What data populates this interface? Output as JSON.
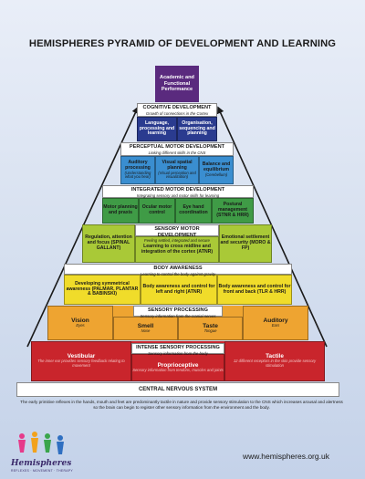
{
  "title": "HEMISPHERES PYRAMID OF DEVELOPMENT AND LEARNING",
  "apex": "Academic and Functional Performance",
  "cognitive": {
    "title": "COGNITIVE DEVELOPMENT",
    "subtitle": "Growth of connections in the Cortex",
    "cells": [
      {
        "t": "Language, processing and learning"
      },
      {
        "t": "Organisation, sequencing and planning"
      }
    ]
  },
  "perceptual": {
    "title": "PERCEPTUAL MOTOR DEVELOPMENT",
    "subtitle": "Linking different skills in the CNS",
    "cells": [
      {
        "t": "Auditory processing",
        "s": "(Understanding what you hear)"
      },
      {
        "t": "Visual spatial planning",
        "s": "(Visual perception and visualization)"
      },
      {
        "t": "Balance and equilibrium",
        "s": "(Cerebellum)"
      }
    ]
  },
  "integrated": {
    "title": "INTEGRATED MOTOR DEVELOPMENT",
    "subtitle": "Integrating sensory and motor skills for learning",
    "cells": [
      {
        "t": "Motor planning and praxis"
      },
      {
        "t": "Ocular motor control"
      },
      {
        "t": "Eye hand coordination"
      },
      {
        "t": "Postural management (STNR & HRR)"
      }
    ]
  },
  "sensory_motor": {
    "title": "SENSORY MOTOR DEVELOPMENT",
    "subtitle": "Feeling settled, integrated and secure",
    "cells": [
      {
        "t": "Regulation, attention and focus (SPINAL GALLANT)"
      },
      {
        "t": "Learning to cross midline and integration of the cortex (ATNR)"
      },
      {
        "t": "Emotional settlement and security (MORO & FP)"
      }
    ]
  },
  "body_awareness": {
    "title": "BODY AWARENESS",
    "subtitle": "Learning to control the body against gravity",
    "cells": [
      {
        "t": "Developing symmetrical awareness (PALMAR, PLANTAR & BABINSKI)"
      },
      {
        "t": "Body awareness and control for left and right (ATNR)"
      },
      {
        "t": "Body awareness and control for front and back (TLR & HRR)"
      }
    ]
  },
  "sensory_processing": {
    "title": "SENSORY PROCESSING",
    "subtitle": "Sensory information from the cranial nerves",
    "cells": [
      {
        "t": "Vision",
        "s": "Eyes"
      },
      {
        "t": "Smell",
        "s": "Nose"
      },
      {
        "t": "Taste",
        "s": "Tongue"
      },
      {
        "t": "Auditory",
        "s": "Ears"
      }
    ]
  },
  "intense": {
    "title": "INTENSE SENSORY PROCESSING",
    "subtitle": "Sensory information from the body",
    "cells": [
      {
        "t": "Vestibular",
        "s": "The inner ear provides sensory feedback relating to movement"
      },
      {
        "t": "Proprioceptive",
        "s": "Sensory information from tendons, muscles and joints"
      },
      {
        "t": "Tactile",
        "s": "12 different receptors in the skin provide sensory stimulation"
      }
    ]
  },
  "cns": "CENTRAL NERVOUS SYSTEM",
  "footnote": "The early primitive reflexes in the hands, mouth and feet are predominantly tactile in nature and provide sensory stimulation to the CNS which increases arousal and alertness so the brain can begin to register other sensory information from the environment and the body.",
  "logo": {
    "word": "Hemispheres",
    "tagline": "REFLEXES · MOVEMENT · THERAPY"
  },
  "url": "www.hemispheres.org.uk",
  "colors": {
    "apex": "#5a2a7e",
    "cognitive": "#2a3b8f",
    "perceptual": "#3a8ed0",
    "integrated": "#3f9b46",
    "sensory_motor": "#a9c937",
    "body_awareness": "#f0dc2a",
    "sensory_processing": "#eea431",
    "intense": "#c9252c",
    "cns": "#ffffff"
  }
}
